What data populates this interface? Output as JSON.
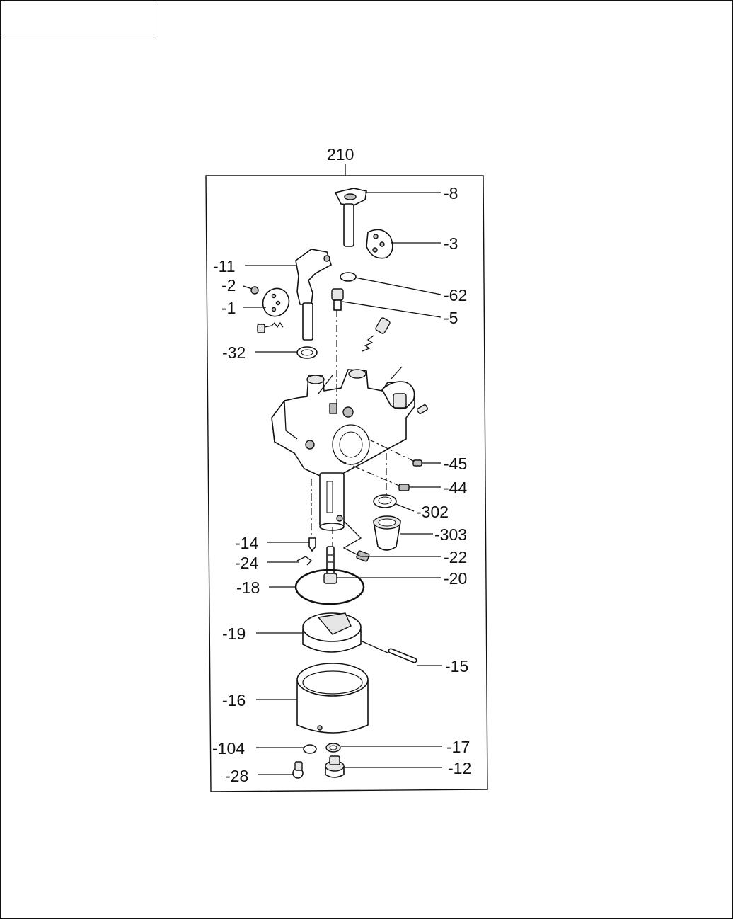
{
  "assembly": {
    "number": "210"
  },
  "callouts": [
    {
      "id": "c8",
      "text": "-8"
    },
    {
      "id": "c3",
      "text": "-3"
    },
    {
      "id": "c11",
      "text": "-11"
    },
    {
      "id": "c2",
      "text": "-2"
    },
    {
      "id": "c62",
      "text": "-62"
    },
    {
      "id": "c1",
      "text": "-1"
    },
    {
      "id": "c5",
      "text": "-5"
    },
    {
      "id": "c32",
      "text": "-32"
    },
    {
      "id": "c45",
      "text": "-45"
    },
    {
      "id": "c44",
      "text": "-44"
    },
    {
      "id": "c302",
      "text": "-302"
    },
    {
      "id": "c303",
      "text": "-303"
    },
    {
      "id": "c14",
      "text": "-14"
    },
    {
      "id": "c22",
      "text": "-22"
    },
    {
      "id": "c24",
      "text": "-24"
    },
    {
      "id": "c18",
      "text": "-18"
    },
    {
      "id": "c20",
      "text": "-20"
    },
    {
      "id": "c19",
      "text": "-19"
    },
    {
      "id": "c15",
      "text": "-15"
    },
    {
      "id": "c16",
      "text": "-16"
    },
    {
      "id": "c104",
      "text": "-104"
    },
    {
      "id": "c17",
      "text": "-17"
    },
    {
      "id": "c12",
      "text": "-12"
    },
    {
      "id": "c28",
      "text": "-28"
    }
  ]
}
